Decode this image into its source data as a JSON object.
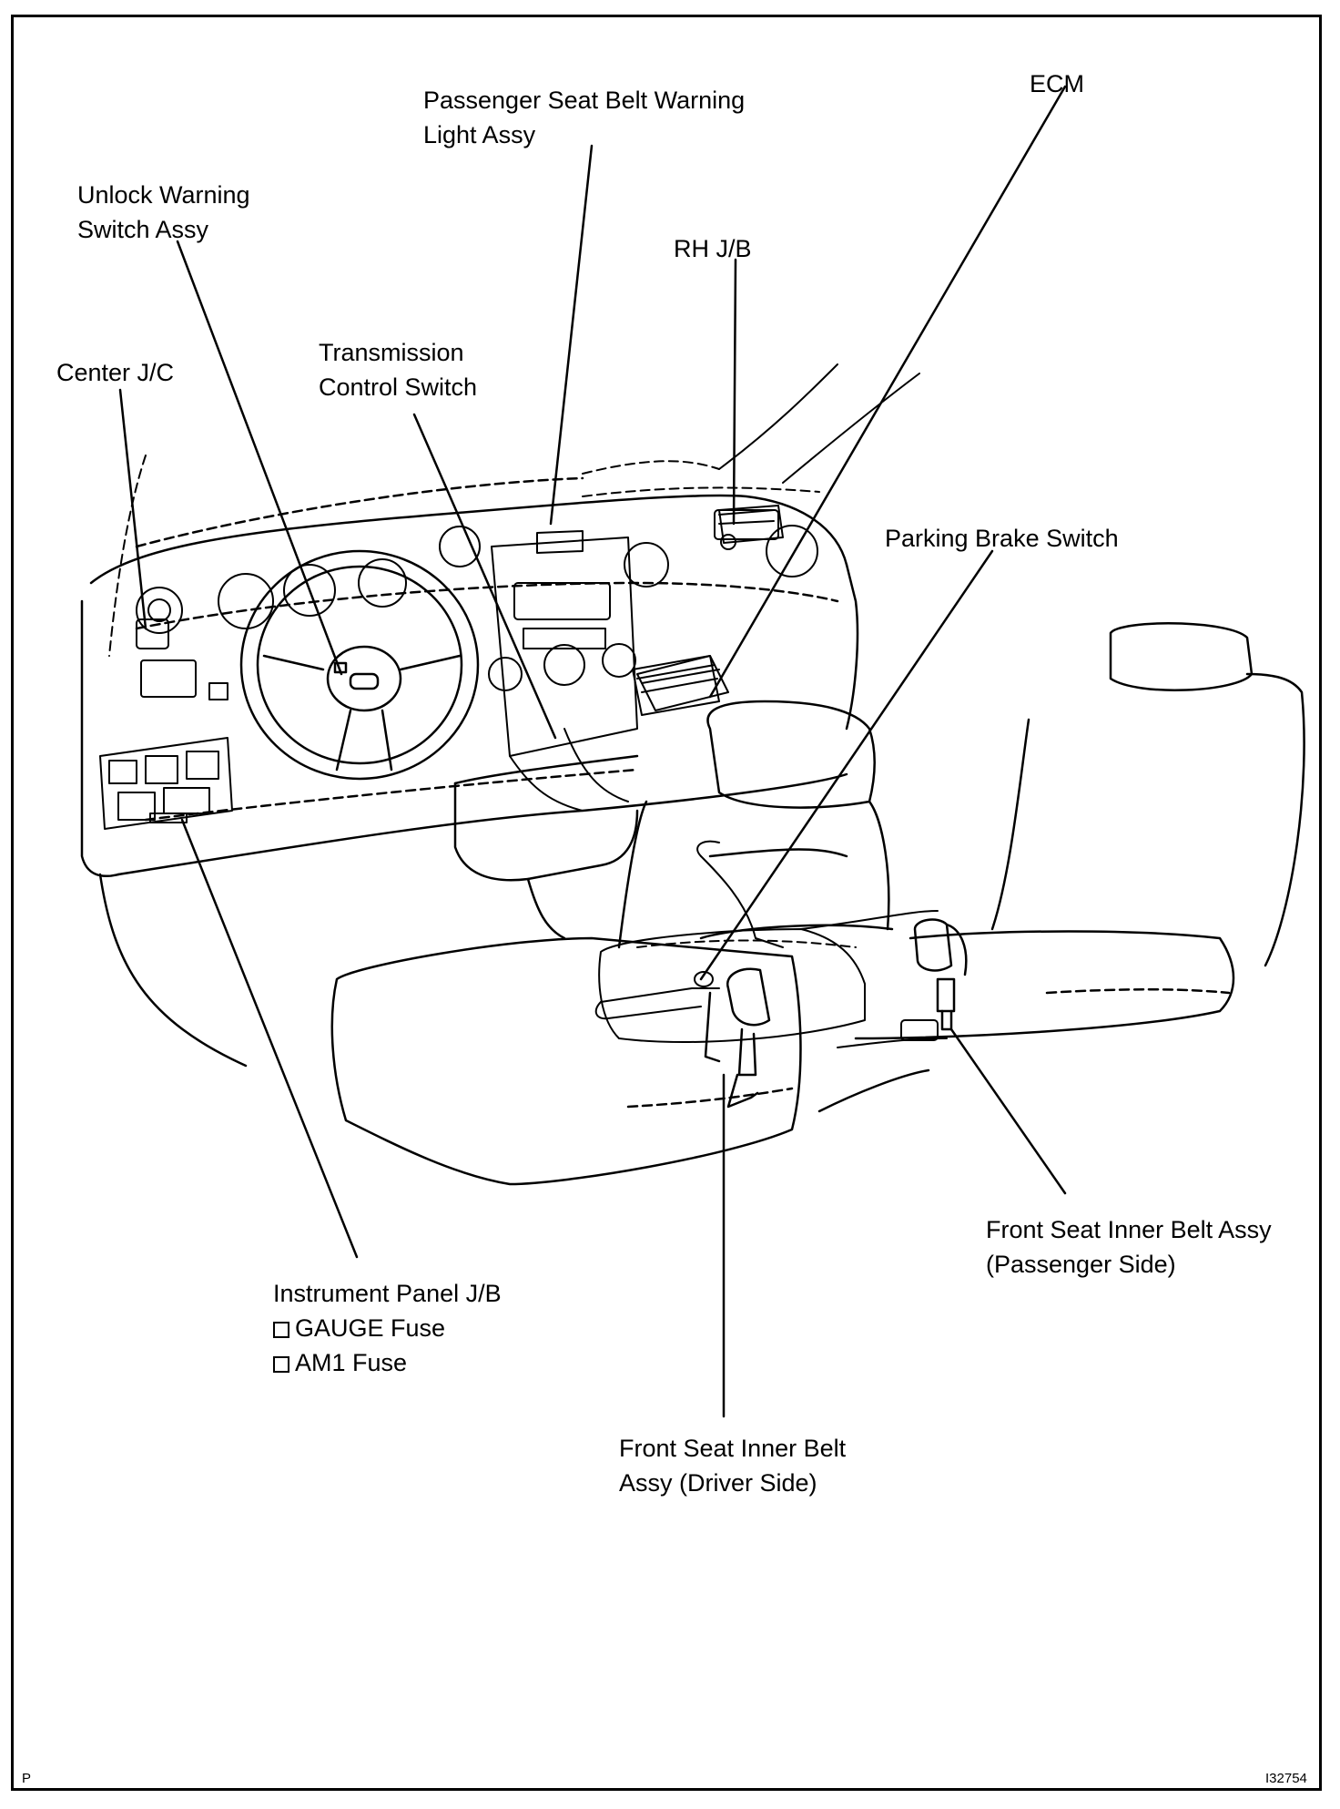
{
  "labels": {
    "passenger_warning_light": [
      "Passenger Seat Belt Warning",
      "Light Assy"
    ],
    "ecm": [
      "ECM"
    ],
    "unlock_warning_switch": [
      "Unlock Warning",
      "Switch Assy"
    ],
    "rh_jb": [
      "RH J/B"
    ],
    "transmission_control_switch": [
      "Transmission",
      "Control Switch"
    ],
    "center_jc": [
      "Center J/C"
    ],
    "parking_brake_switch": [
      "Parking Brake Switch"
    ],
    "passenger_belt": [
      "Front Seat Inner Belt Assy",
      "(Passenger Side)"
    ],
    "instrument_panel_jb": {
      "title": "Instrument Panel J/B",
      "fuses": [
        "GAUGE Fuse",
        "AM1 Fuse"
      ]
    },
    "driver_belt": [
      "Front Seat Inner Belt",
      "Assy (Driver Side)"
    ]
  },
  "corner_marks": {
    "left": "P",
    "right": "I32754"
  },
  "colors": {
    "ink": "#000000",
    "paper": "#ffffff"
  }
}
